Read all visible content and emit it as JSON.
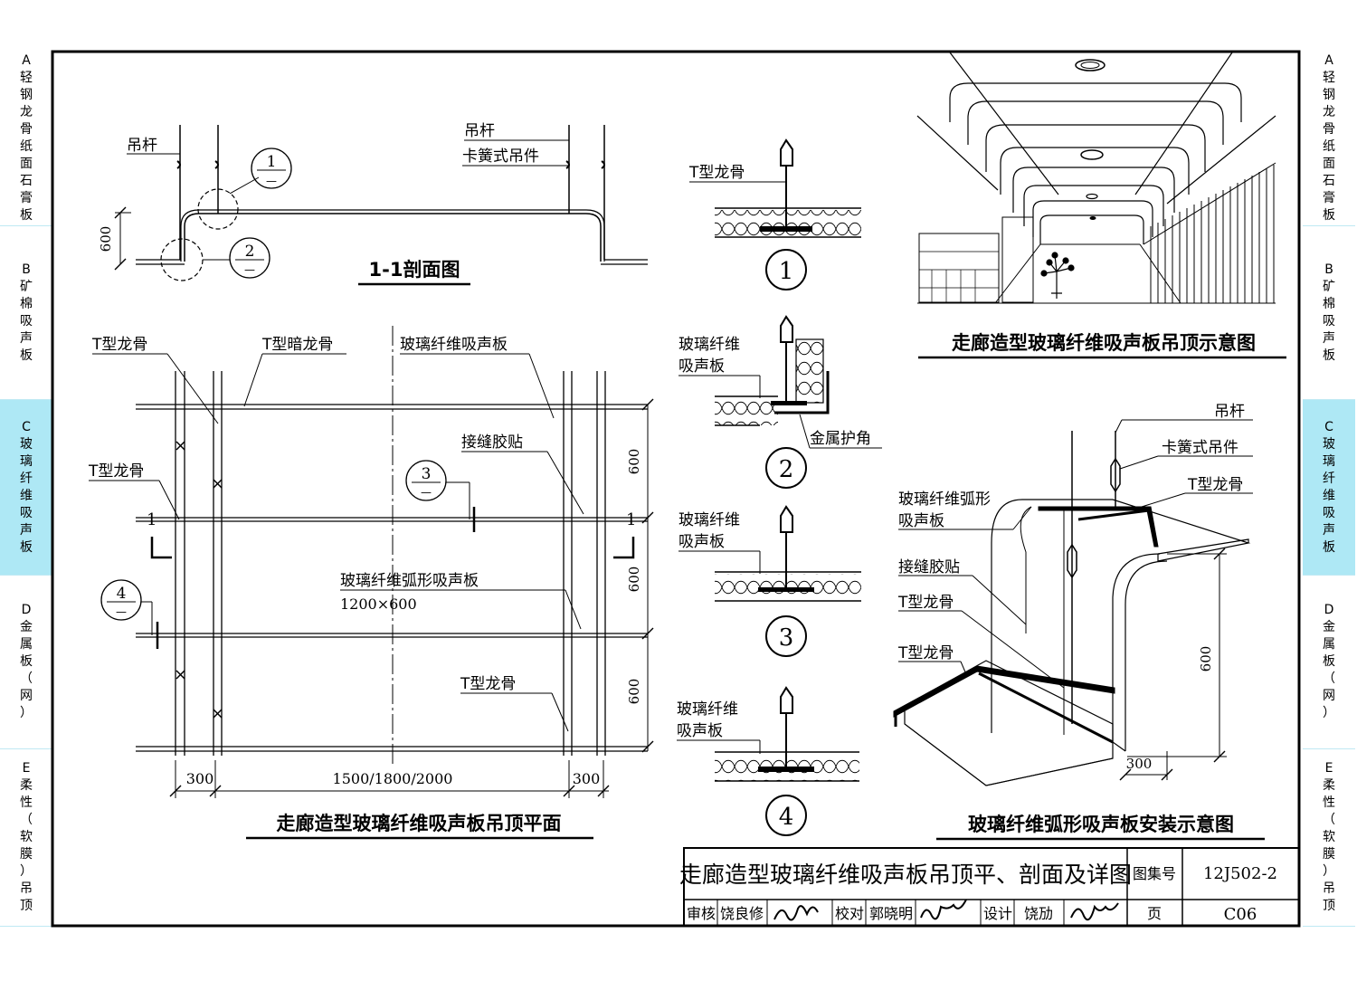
{
  "sidebar": {
    "sections": [
      {
        "letter": "A",
        "title": [
          "轻",
          "钢",
          "龙",
          "骨",
          "纸",
          "面",
          "石",
          "膏",
          "板"
        ],
        "active": false
      },
      {
        "letter": "B",
        "title": [
          "矿",
          "棉",
          "吸",
          "声",
          "板"
        ],
        "active": false
      },
      {
        "letter": "C",
        "title": [
          "玻",
          "璃",
          "纤",
          "维",
          "吸",
          "声",
          "板"
        ],
        "active": true
      },
      {
        "letter": "D",
        "title": [
          "金",
          "属",
          "板",
          "（",
          "网",
          "）"
        ],
        "active": false
      },
      {
        "letter": "E",
        "title": [
          "柔",
          "性",
          "（",
          "软",
          "膜",
          "）",
          "吊",
          "顶"
        ],
        "active": false
      }
    ]
  },
  "section_view": {
    "title": "1-1剖面图",
    "label_hanger_left": "吊杆",
    "label_hanger_right": "吊杆",
    "label_clip": "卡簧式吊件",
    "dim_600": "600",
    "callout_1": "1",
    "callout_2": "2",
    "dash": "—"
  },
  "plan_view": {
    "title": "走廊造型玻璃纤维吸声板吊顶平面",
    "label_t_keel_top": "T型龙骨",
    "label_hidden_keel": "T型暗龙骨",
    "label_glass_panel": "玻璃纤维吸声板",
    "label_joint_tape": "接缝胶贴",
    "label_t_keel_left": "T型龙骨",
    "label_arc_panel": "玻璃纤维弧形吸声板",
    "label_arc_size": "1200×600",
    "label_t_keel_bottom": "T型龙骨",
    "dim_600_a": "600",
    "dim_600_b": "600",
    "dim_600_c": "600",
    "dim_300_left": "300",
    "dim_span": "1500/1800/2000",
    "dim_300_right": "300",
    "cut_mark": "1",
    "callout_3": "3",
    "callout_4": "4",
    "dash": "—"
  },
  "details": {
    "d1_label": "T型龙骨",
    "d1_num": "1",
    "d2_label_l1": "玻璃纤维",
    "d2_label_l2": "吸声板",
    "d2_label_corner": "金属护角",
    "d2_num": "2",
    "d3_label_l1": "玻璃纤维",
    "d3_label_l2": "吸声板",
    "d3_num": "3",
    "d4_label_l1": "玻璃纤维",
    "d4_label_l2": "吸声板",
    "d4_num": "4"
  },
  "perspective": {
    "title": "走廊造型玻璃纤维吸声板吊顶示意图"
  },
  "install_view": {
    "title": "玻璃纤维弧形吸声板安装示意图",
    "label_hanger": "吊杆",
    "label_clip": "卡簧式吊件",
    "label_t_keel_top": "T型龙骨",
    "label_arc_l1": "玻璃纤维弧形",
    "label_arc_l2": "吸声板",
    "label_joint": "接缝胶贴",
    "label_t_keel_mid": "T型龙骨",
    "label_t_keel_low": "T型龙骨",
    "dim_600": "600",
    "dim_300": "300"
  },
  "title_block": {
    "title": "走廊造型玻璃纤维吸声板吊顶平、剖面及详图",
    "atlas_label": "图集号",
    "atlas_no": "12J502-2",
    "review_label": "审核",
    "reviewer": "饶良修",
    "check_label": "校对",
    "checker": "郭晓明",
    "design_label": "设计",
    "designer": "饶劢",
    "page_label": "页",
    "page_no": "C06"
  }
}
